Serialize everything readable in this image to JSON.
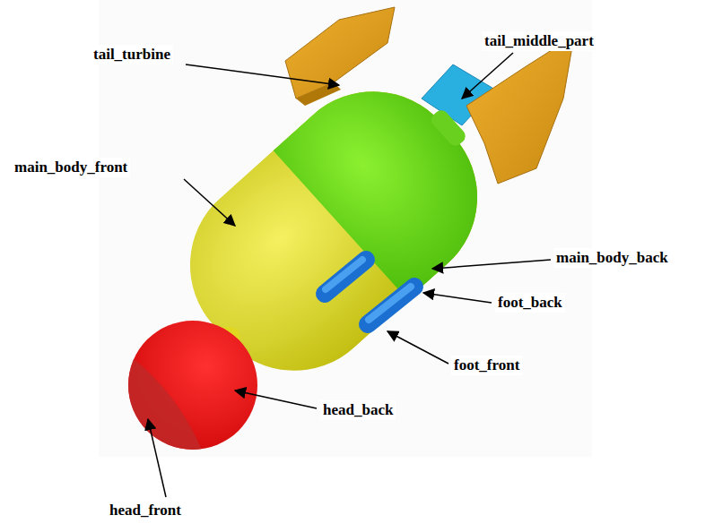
{
  "diagram": {
    "labels": [
      "tail_turbine",
      "tail_middle_part",
      "main_body_front",
      "main_body_back",
      "foot_back",
      "foot_front",
      "head_back",
      "head_front"
    ]
  }
}
